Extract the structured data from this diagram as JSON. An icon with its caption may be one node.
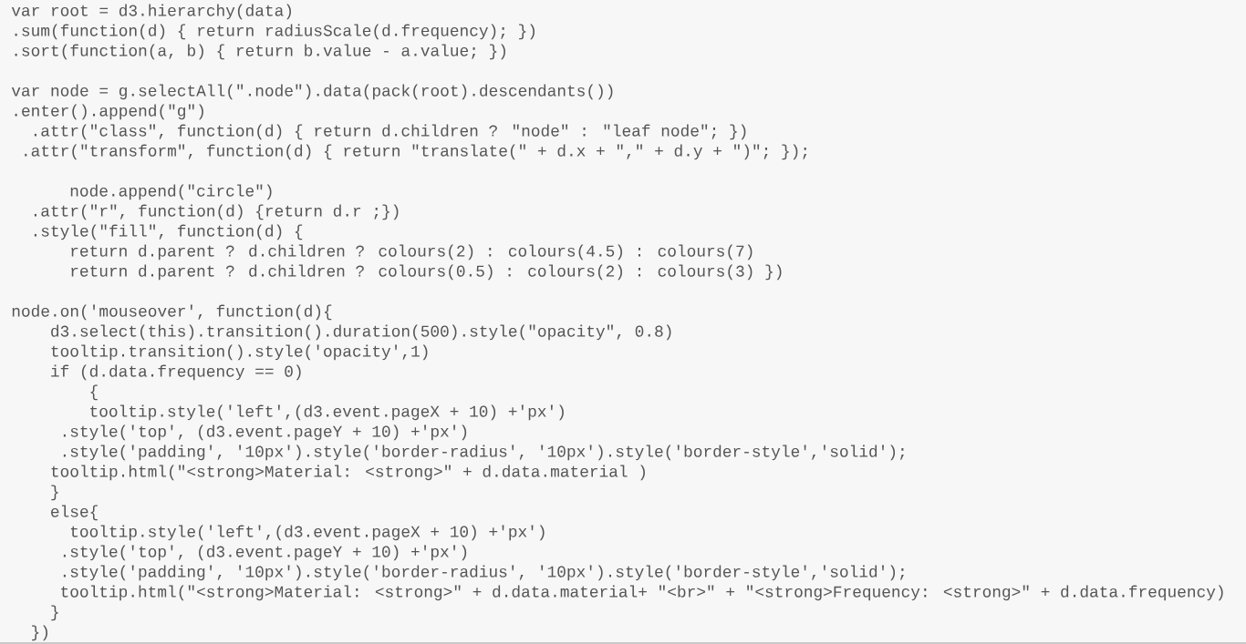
{
  "diagram": {
    "labels": [
      "var root = d3.hierarchy(data)",
      ".sum(function(d) { return radiusScale(d.frequency); })",
      ".sort(function(a, b) { return b.value - a.value; })",
      "var node = g.selectAll(\".node\").data(pack(root).descendants())",
      ".enter().append(\"g\")",
      ".attr(\"class\", function(d) { return d.children ? \"node\" : \"leaf node\"; })",
      ".attr(\"transform\", function(d) { return \"translate(\" + d.x + \",\" + d.y + \")\"; });",
      "node.append(\"circle\")",
      ".attr(\"r\", function(d) {return d.r ;})",
      ".style(\"fill\", function(d) {",
      "return d.parent ? d.children ? colours(2) : colours(4.5) : colours(7)",
      "return d.parent ? d.children ? colours(0.5) : colours(2) : colours(3) })",
      "node.on('mouseover', function(d){",
      "d3.select(this).transition().duration(500).style(\"opacity\", 0.8)",
      "tooltip.transition().style('opacity',1)",
      "if (d.data.frequency == 0)",
      "{",
      "tooltip.style('left',(d3.event.pageX + 10) +'px')",
      ".style('top', (d3.event.pageY + 10) +'px')",
      ".style('padding', '10px').style('border-radius', '10px').style('border-style','solid');",
      "tooltip.html(\"<strong>Material: <strong>\" + d.data.material )",
      "}",
      "else{",
      "tooltip.style('left',(d3.event.pageX + 10) +'px')",
      ".style('top', (d3.event.pageY + 10) +'px')",
      ".style('padding', '10px').style('border-radius', '10px').style('border-style','solid');",
      "tooltip.html(\"<strong>Material: <strong>\" + d.data.material+ \"<br>\" + \"<strong>Frequency: <strong>\" + d.data.frequency)",
      "}",
      "})"
    ]
  }
}
